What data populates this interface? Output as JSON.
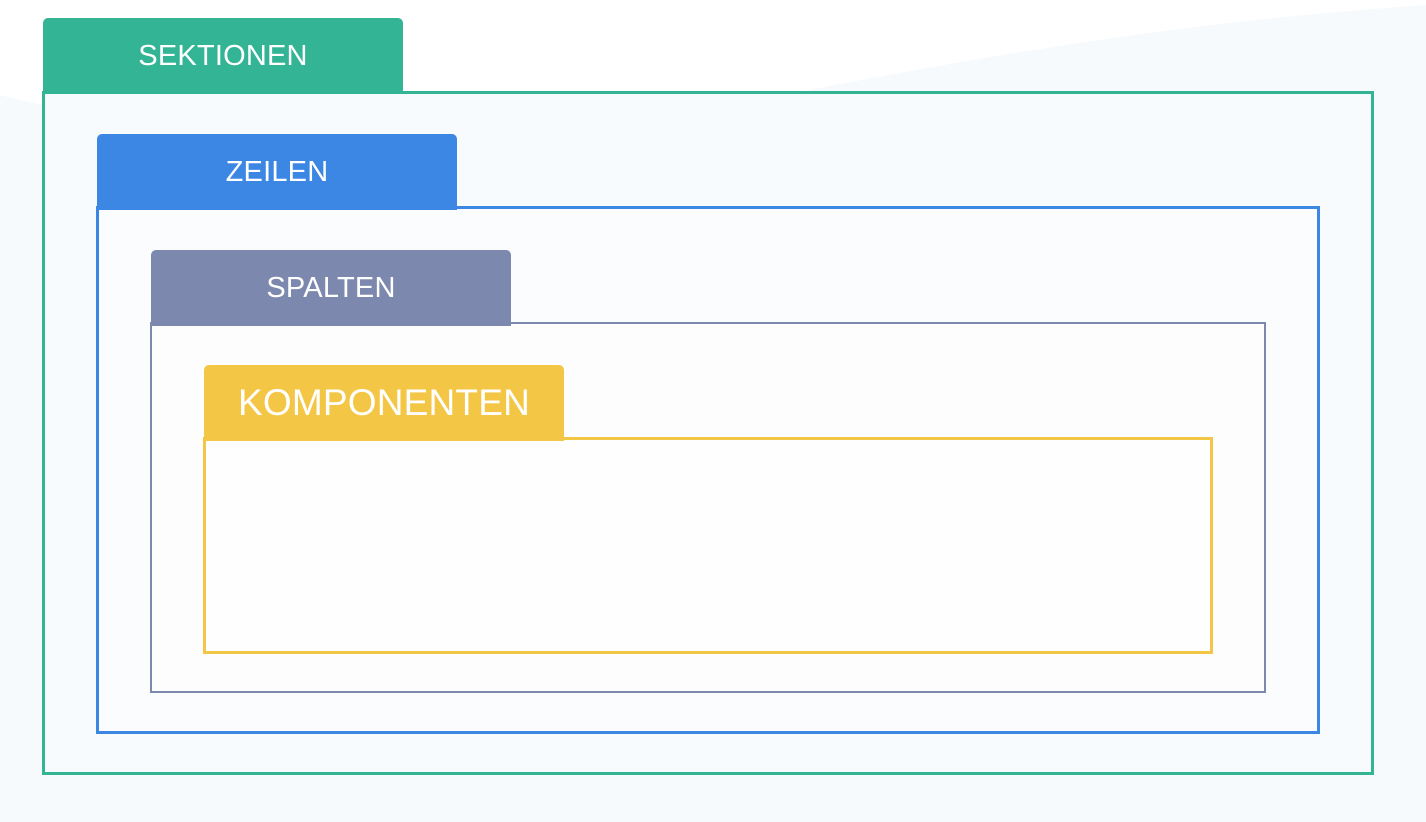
{
  "levels": {
    "sections": {
      "label": "SEKTIONEN",
      "color": "#33b495"
    },
    "rows": {
      "label": "ZEILEN",
      "color": "#3b87e3"
    },
    "columns": {
      "label": "SPALTEN",
      "color": "#7c88ad"
    },
    "components": {
      "label": "KOMPONENTEN",
      "color": "#f4c646"
    }
  },
  "colors": {
    "background": "#ffffff",
    "wave": "#f3f8fb"
  }
}
